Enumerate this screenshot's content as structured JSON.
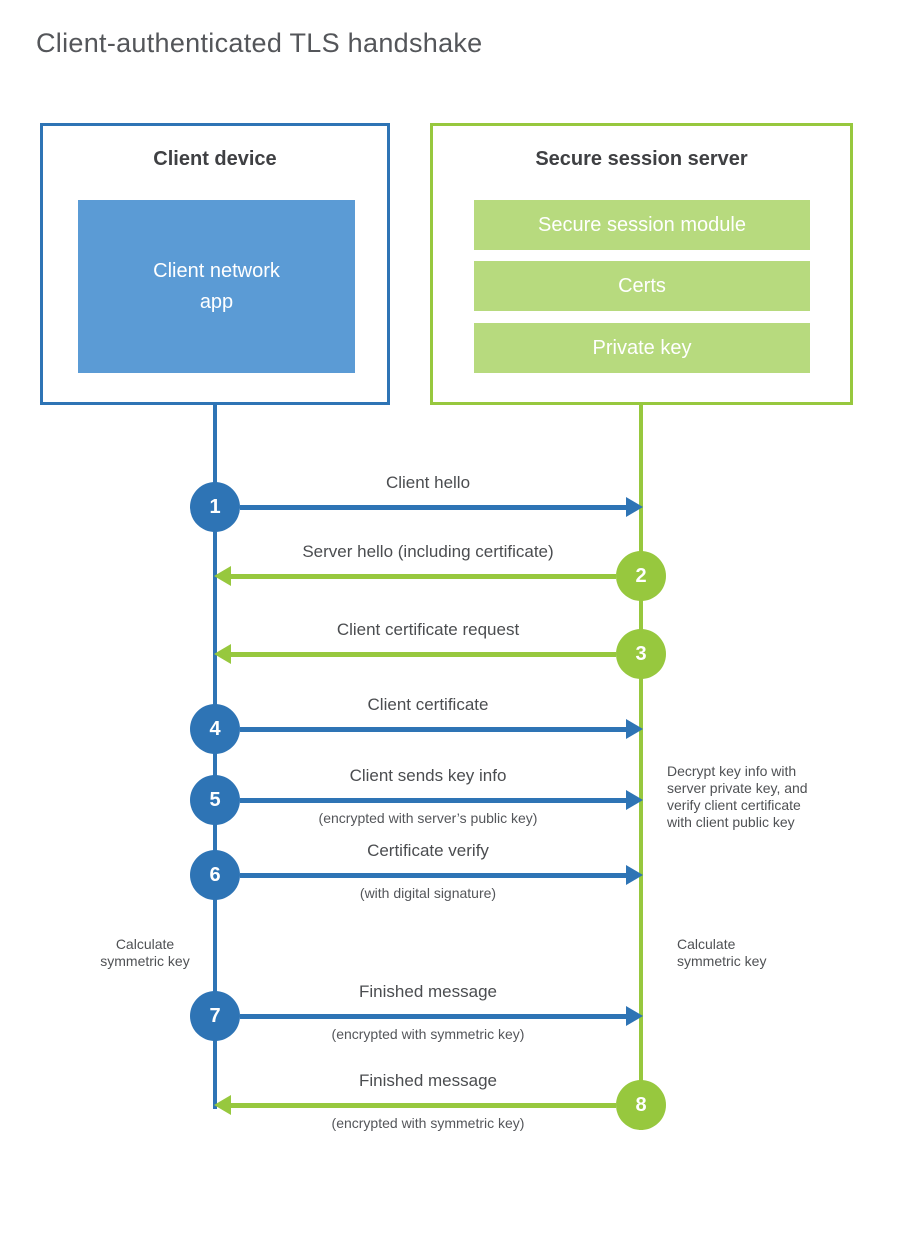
{
  "title": "Client-authenticated TLS handshake",
  "colors": {
    "blue": "#2e74b5",
    "light_blue": "#5b9bd5",
    "green": "#97c83e",
    "light_green": "#b7da7e",
    "text_dark": "#3f4043",
    "text_gray": "#4b4d50"
  },
  "client_box": {
    "title": "Client device",
    "app_label": "Client network\napp"
  },
  "server_box": {
    "title": "Secure session server",
    "modules": [
      "Secure session module",
      "Certs",
      "Private key"
    ]
  },
  "messages": [
    {
      "step": "1",
      "from": "client",
      "label": "Client hello",
      "sublabel": ""
    },
    {
      "step": "2",
      "from": "server",
      "label": "Server hello (including certificate)",
      "sublabel": ""
    },
    {
      "step": "3",
      "from": "server",
      "label": "Client certificate request",
      "sublabel": ""
    },
    {
      "step": "4",
      "from": "client",
      "label": "Client certificate",
      "sublabel": ""
    },
    {
      "step": "5",
      "from": "client",
      "label": "Client sends key info",
      "sublabel": "(encrypted with server’s public key)"
    },
    {
      "step": "6",
      "from": "client",
      "label": "Certificate verify",
      "sublabel": "(with digital signature)"
    },
    {
      "step": "7",
      "from": "client",
      "label": "Finished message",
      "sublabel": "(encrypted with symmetric key)"
    },
    {
      "step": "8",
      "from": "server",
      "label": "Finished message",
      "sublabel": "(encrypted with symmetric key)"
    }
  ],
  "annotations": {
    "server_note": "Decrypt key info with\nserver private key, and\nverify client certificate\nwith client public key",
    "client_calc": "Calculate\nsymmetric key",
    "server_calc": "Calculate\nsymmetric key"
  }
}
